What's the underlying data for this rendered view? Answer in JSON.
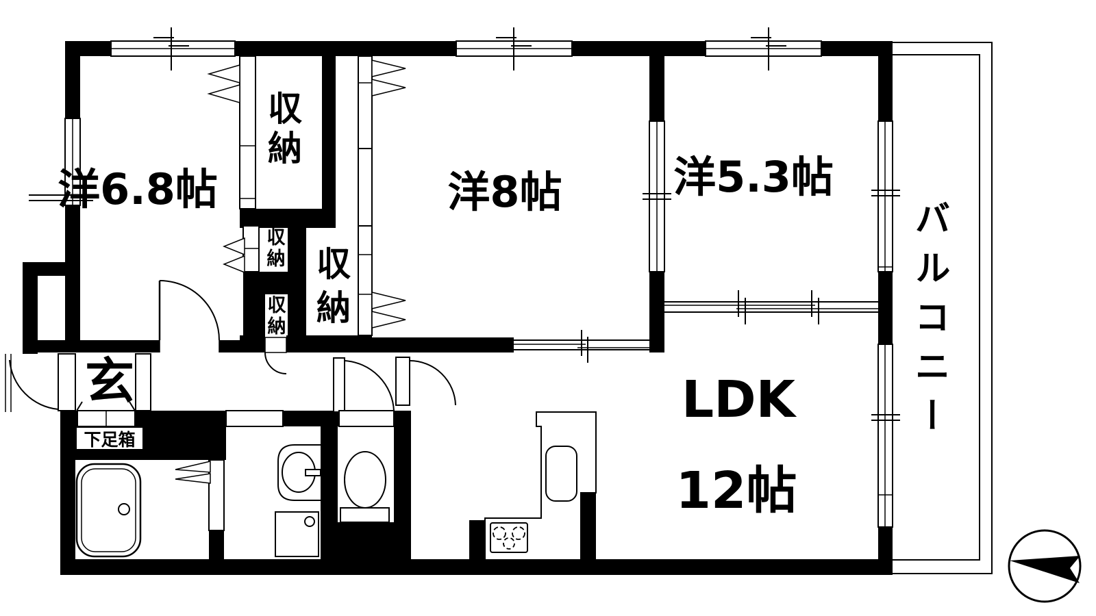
{
  "plan": {
    "rooms": {
      "west68": {
        "label": "洋6.8帖"
      },
      "west8": {
        "label": "洋8帖"
      },
      "west53": {
        "label": "洋5.3帖"
      },
      "ldk": {
        "line1": "LDK",
        "line2": "12帖"
      },
      "balcony": {
        "label": "バルコニー"
      },
      "entrance": {
        "label": "玄"
      },
      "shoe_box": {
        "label": "下足箱"
      }
    },
    "closets": {
      "main_top": {
        "label": "収納"
      },
      "small_upper": {
        "label": "収納"
      },
      "small_lower": {
        "label": "収納"
      },
      "west8_side": {
        "label": "収納"
      }
    },
    "colors": {
      "wall": "#000000",
      "background": "#ffffff",
      "line": "#000000"
    }
  }
}
